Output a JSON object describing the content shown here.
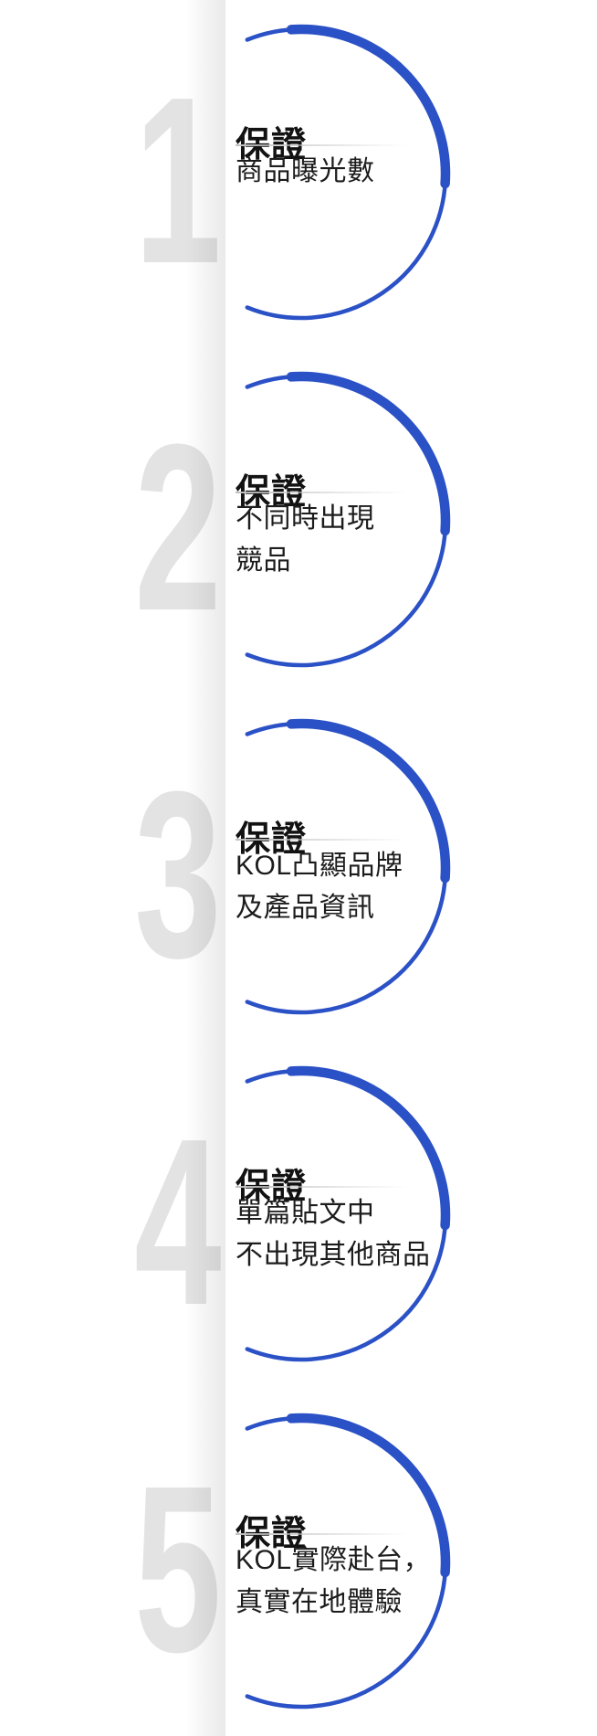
{
  "colors": {
    "accent_blue": "#2b51c6",
    "number_gray": "#e3e3e3",
    "heading_color": "#121212",
    "body_color": "#1c1c1c",
    "panel_background": "#ffffff"
  },
  "items": [
    {
      "number": "1",
      "heading": "保證",
      "body": [
        "商品曝光數"
      ]
    },
    {
      "number": "2",
      "heading": "保證",
      "body": [
        "不同時出現",
        "競品"
      ]
    },
    {
      "number": "3",
      "heading": "保證",
      "body": [
        "KOL凸顯品牌",
        "及產品資訊"
      ]
    },
    {
      "number": "4",
      "heading": "保證",
      "body": [
        "單篇貼文中",
        "不出現其他商品"
      ]
    },
    {
      "number": "5",
      "heading": "保證",
      "body": [
        "KOL實際赴台，",
        "真實在地體驗"
      ]
    }
  ]
}
